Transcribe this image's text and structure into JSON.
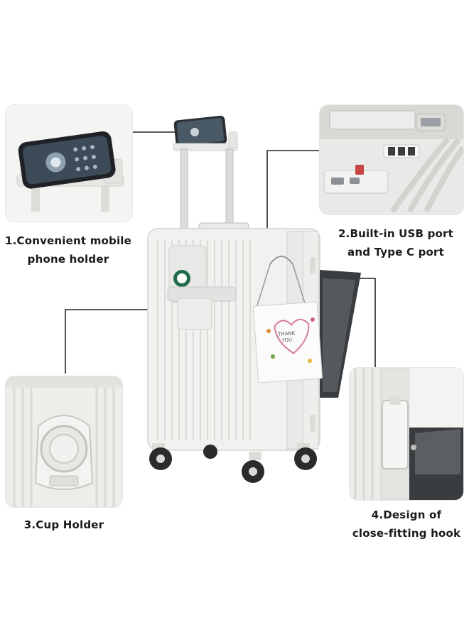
{
  "features": [
    {
      "line1": "1.Convenient mobile",
      "line2": "phone holder"
    },
    {
      "line1": "2.Built-in USB port",
      "line2": "and Type C port"
    },
    {
      "line1": "3.Cup Holder",
      "line2": ""
    },
    {
      "line1": "4.Design of",
      "line2": "close-fitting hook"
    }
  ],
  "bag_text": {
    "line1": "THANK",
    "line2": "YOU"
  }
}
